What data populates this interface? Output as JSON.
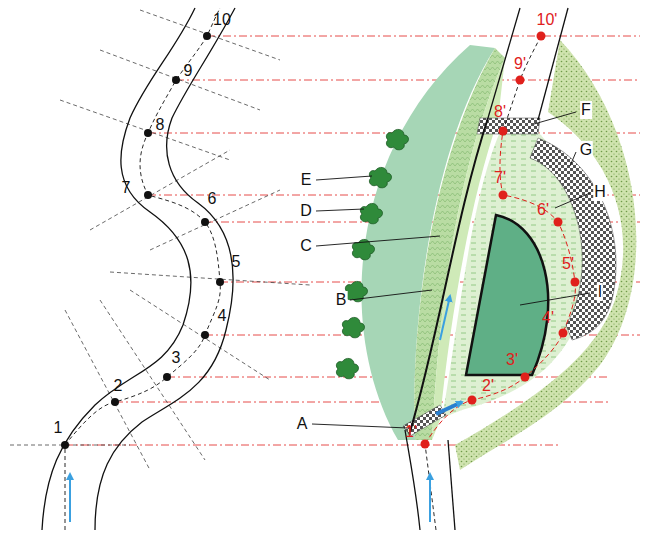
{
  "diagram": {
    "labels": [
      "1",
      "2",
      "3",
      "4",
      "5",
      "6",
      "7",
      "8",
      "9",
      "10",
      "1'",
      "2'",
      "3'",
      "4'",
      "5'",
      "6'",
      "7'",
      "8'",
      "9'",
      "10'",
      "A",
      "B",
      "C",
      "D",
      "E",
      "F",
      "G",
      "H",
      "I"
    ]
  }
}
